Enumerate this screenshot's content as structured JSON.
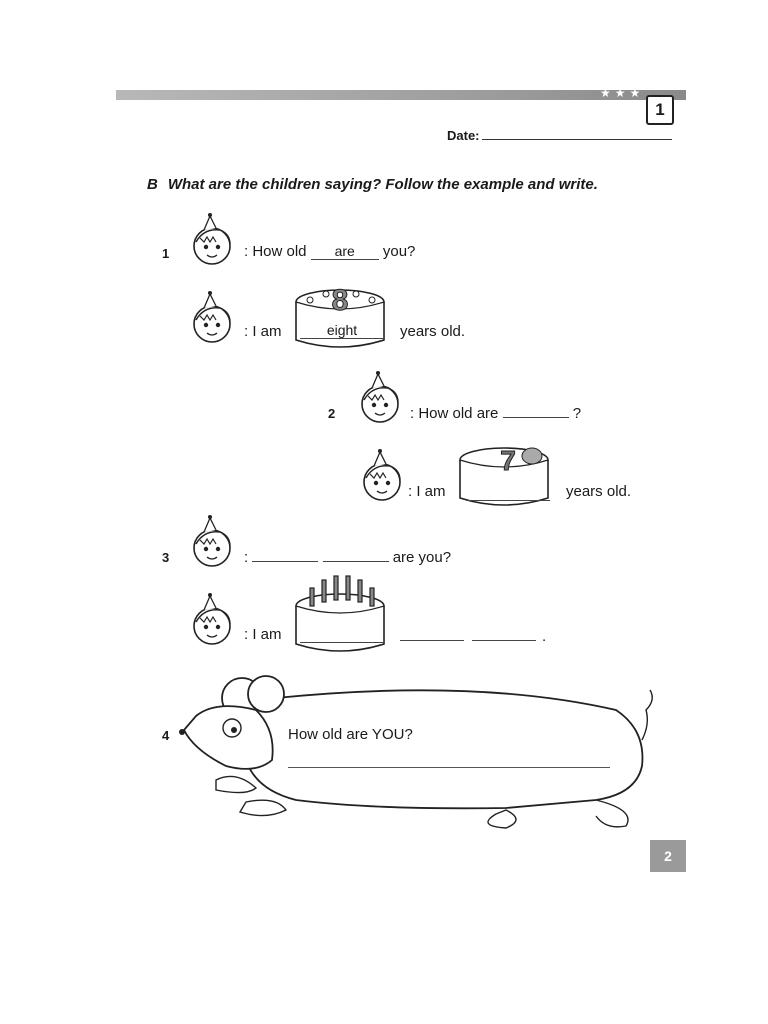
{
  "header": {
    "unit_number": "1",
    "date_label": "Date:"
  },
  "exercise": {
    "letter": "B",
    "instruction": "What are the children saying? Follow the example and write."
  },
  "items": [
    {
      "number": "1",
      "question_start": ": How old",
      "question_answer": "are",
      "question_end": "you?",
      "reply_start": ": I am",
      "reply_answer": "eight",
      "reply_end": "years old.",
      "cake_number": "8"
    },
    {
      "number": "2",
      "question_start": ": How old are",
      "question_end": "?",
      "reply_start": ": I am",
      "reply_end": "years old.",
      "cake_number": "7"
    },
    {
      "number": "3",
      "question_start": ":",
      "question_end": "are you?",
      "reply_start": ": I am",
      "reply_end": "."
    },
    {
      "number": "4",
      "question": "How old are YOU?"
    }
  ],
  "footer": {
    "page_number": "2"
  }
}
